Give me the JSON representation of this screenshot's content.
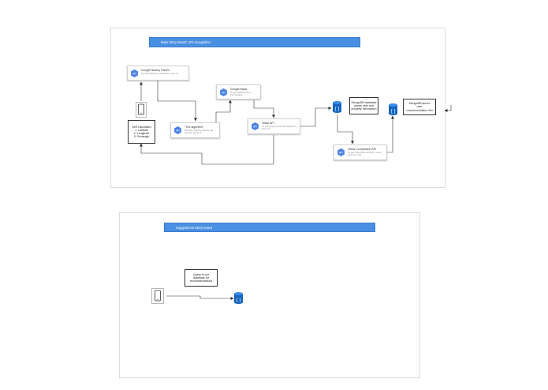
{
  "main_board": {
    "banner": "Main Story Board: API recognition",
    "google_nearby": {
      "title": "Google Nearby Places",
      "subtitle": "Get all building coordinates near us"
    },
    "google_maps": {
      "title": "Google Maps",
      "subtitle": "To get address from coordinates"
    },
    "algorithm": {
      "title": "\"The algorithm\"",
      "subtitle": "Decides which property the devices pid lie to"
    },
    "zillow_api": {
      "title": "Zillow API",
      "subtitle": "To get property info like bedroom, zero etc"
    },
    "zillow_comparison": {
      "title": "Zillow Comparison API",
      "subtitle": "To get properties similar to ones seen by user"
    },
    "self_calculated": {
      "line1": "Self Calculated",
      "line2": "1. Latitude",
      "line3": "2. Longitude",
      "line4": "3. Geoangle"
    },
    "mongodb_user": {
      "line1": "MongoDB database",
      "line2": "stores user and",
      "line3": "property information"
    },
    "mongodb_reco": {
      "line1": "MongoDB stores",
      "line2": "user",
      "line3": "recommendation Set"
    }
  },
  "suggestions_board": {
    "banner": "Suggestions Story board",
    "query_box": {
      "line1": "Query to our",
      "line2": "database for",
      "line3": "recommendations"
    }
  },
  "icons": {
    "api": "api-hexagon-icon",
    "phone": "smartphone-icon",
    "database": "database-cylinder-icon"
  },
  "api_icon_label": "API",
  "colors": {
    "banner": "#4a90e2",
    "icon_blue": "#4a80e8",
    "db_blue": "#1565c0",
    "line": "#333333"
  }
}
